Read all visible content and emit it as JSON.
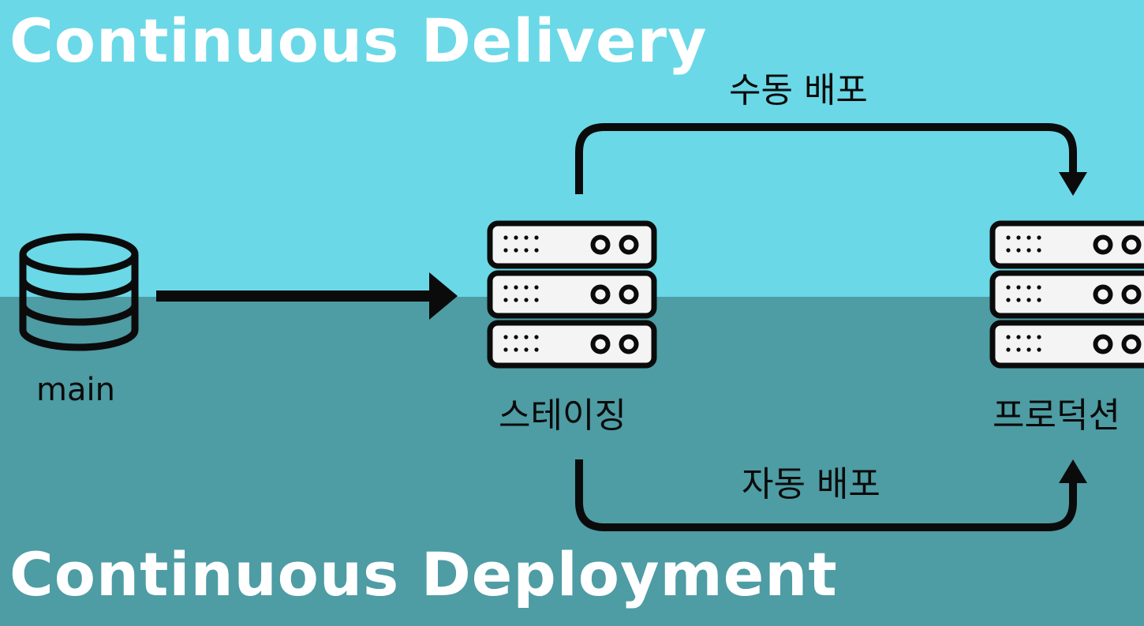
{
  "colors": {
    "top_background": "#6ad8e7",
    "bottom_background": "#4e9ca4",
    "title_text": "#ffffff",
    "ink": "#0b0b0b",
    "server_face": "#f4f4f4"
  },
  "titles": {
    "top": "Continuous Delivery",
    "bottom": "Continuous Deployment"
  },
  "nodes": {
    "source": {
      "label": "main",
      "icon": "database-icon"
    },
    "staging": {
      "label": "스테이징",
      "icon": "server-icon"
    },
    "production": {
      "label": "프로덕션",
      "icon": "server-icon"
    }
  },
  "edges": {
    "push": {
      "from": "main",
      "to": "스테이징"
    },
    "manual": {
      "label": "수동 배포",
      "from": "스테이징",
      "to": "프로덕션"
    },
    "automatic": {
      "label": "자동 배포",
      "from": "스테이징",
      "to": "프로덕션"
    }
  }
}
